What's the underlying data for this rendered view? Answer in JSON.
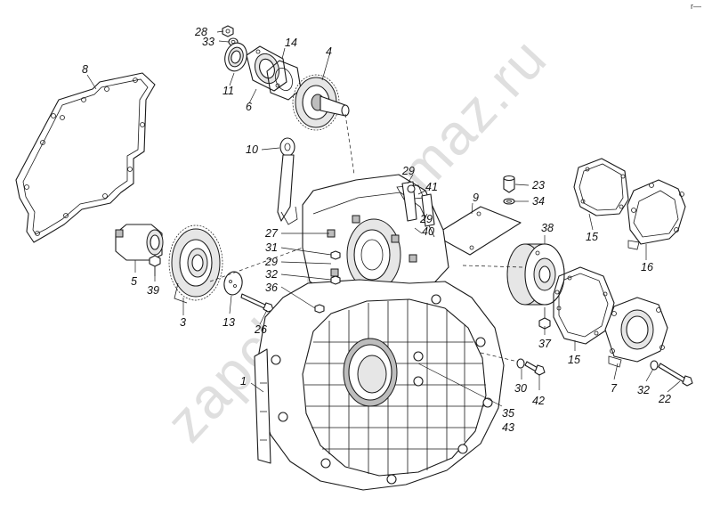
{
  "watermark": "zapchasti-kamaz.ru",
  "corner_mark": "r—",
  "callouts": [
    {
      "id": "c28",
      "text": "28"
    },
    {
      "id": "c33",
      "text": "33"
    },
    {
      "id": "c14",
      "text": "14"
    },
    {
      "id": "c4",
      "text": "4"
    },
    {
      "id": "c8",
      "text": "8"
    },
    {
      "id": "c11",
      "text": "11"
    },
    {
      "id": "c6",
      "text": "6"
    },
    {
      "id": "c10",
      "text": "10"
    },
    {
      "id": "c29a",
      "text": "29"
    },
    {
      "id": "c41",
      "text": "41"
    },
    {
      "id": "c9",
      "text": "9"
    },
    {
      "id": "c23",
      "text": "23"
    },
    {
      "id": "c34",
      "text": "34"
    },
    {
      "id": "c29b",
      "text": "29"
    },
    {
      "id": "c40",
      "text": "40"
    },
    {
      "id": "c38",
      "text": "38"
    },
    {
      "id": "c27",
      "text": "27"
    },
    {
      "id": "c31",
      "text": "31"
    },
    {
      "id": "c29c",
      "text": "29"
    },
    {
      "id": "c32a",
      "text": "32"
    },
    {
      "id": "c36",
      "text": "36"
    },
    {
      "id": "c15a",
      "text": "15"
    },
    {
      "id": "c16",
      "text": "16"
    },
    {
      "id": "c5",
      "text": "5"
    },
    {
      "id": "c39",
      "text": "39"
    },
    {
      "id": "c3",
      "text": "3"
    },
    {
      "id": "c13",
      "text": "13"
    },
    {
      "id": "c26",
      "text": "26"
    },
    {
      "id": "c37",
      "text": "37"
    },
    {
      "id": "c15b",
      "text": "15"
    },
    {
      "id": "c7",
      "text": "7"
    },
    {
      "id": "c32b",
      "text": "32"
    },
    {
      "id": "c22",
      "text": "22"
    },
    {
      "id": "c1",
      "text": "1"
    },
    {
      "id": "c30",
      "text": "30"
    },
    {
      "id": "c42",
      "text": "42"
    },
    {
      "id": "c35",
      "text": "35"
    },
    {
      "id": "c43",
      "text": "43"
    }
  ]
}
